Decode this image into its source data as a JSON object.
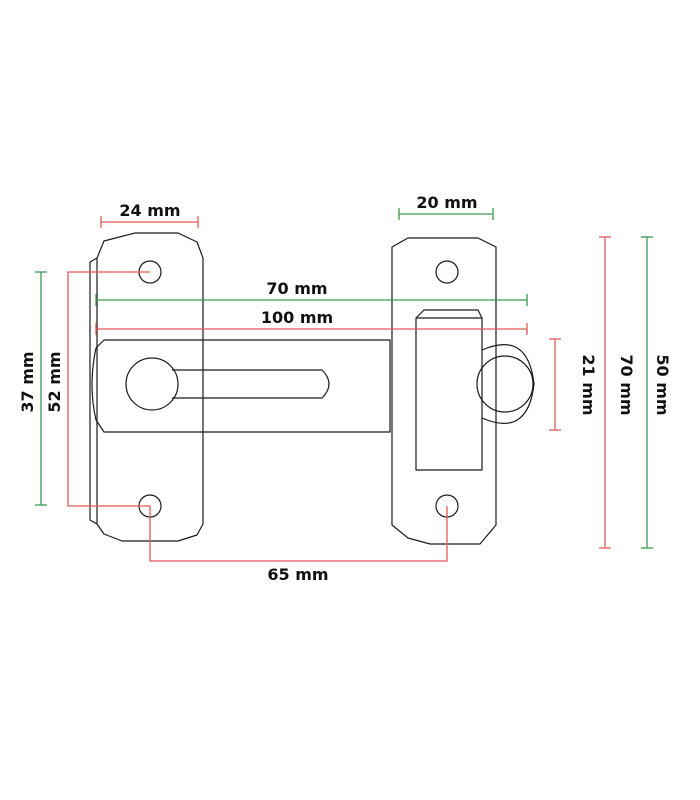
{
  "colors": {
    "outline": "#1a1a1a",
    "red_dimension": "#e05a5a",
    "green_dimension": "#3c9a50",
    "label": "#111111",
    "background": "#ffffff"
  },
  "dimensions": {
    "left_plate_width": "24 mm",
    "right_plate_width": "20 mm",
    "bolt_green_span": "70 mm",
    "bolt_total_length": "100 mm",
    "left_hole_spacing_green": "37 mm",
    "left_hole_spacing_red": "52 mm",
    "bolt_height": "21 mm",
    "right_plate_height": "70 mm",
    "right_green_height": "50 mm",
    "hole_center_distance": "65 mm"
  }
}
